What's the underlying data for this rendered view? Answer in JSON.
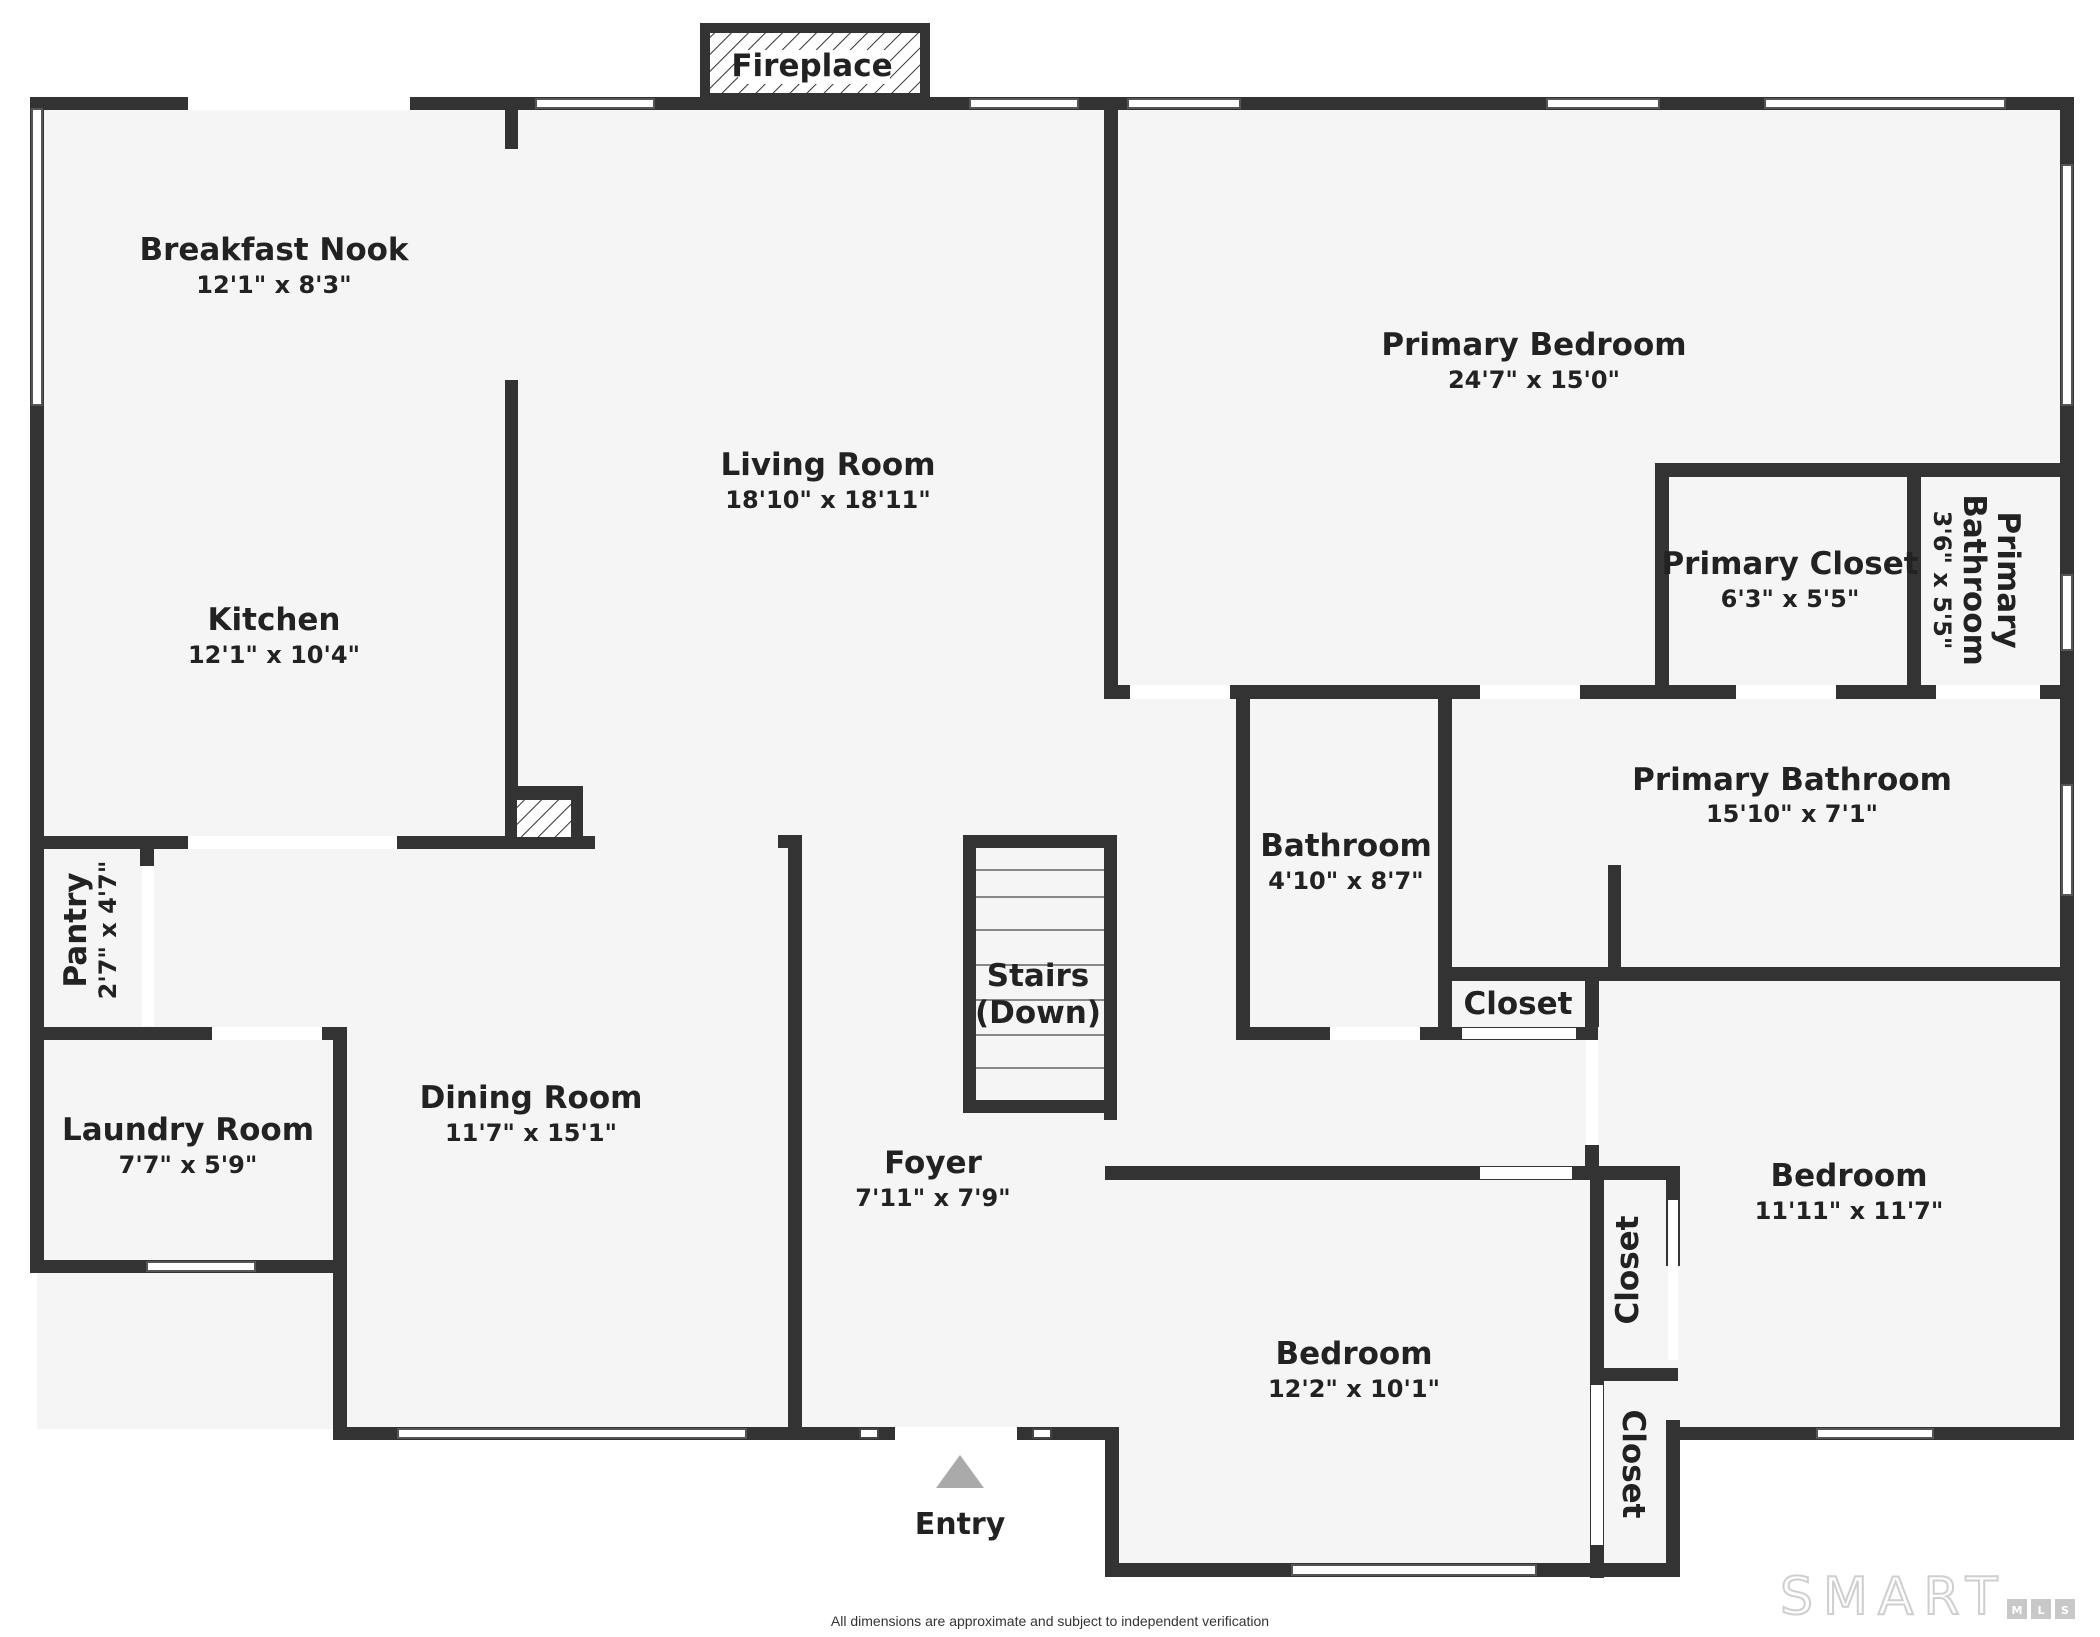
{
  "fireplace_label": "Fireplace",
  "rooms": {
    "breakfast_nook": {
      "name": "Breakfast Nook",
      "dims": "12'1\" x 8'3\""
    },
    "living_room": {
      "name": "Living Room",
      "dims": "18'10\" x 18'11\""
    },
    "primary_bedroom": {
      "name": "Primary Bedroom",
      "dims": "24'7\" x 15'0\""
    },
    "kitchen": {
      "name": "Kitchen",
      "dims": "12'1\" x 10'4\""
    },
    "primary_closet": {
      "name": "Primary Closet",
      "dims": "6'3\" x 5'5\""
    },
    "primary_bathroom_small": {
      "name_line1": "Primary",
      "name_line2": "Bathroom",
      "dims": "3'6\" x 5'5\""
    },
    "primary_bathroom": {
      "name": "Primary Bathroom",
      "dims": "15'10\" x 7'1\""
    },
    "bathroom": {
      "name": "Bathroom",
      "dims": "4'10\" x 8'7\""
    },
    "pantry": {
      "name": "Pantry",
      "dims": "2'7\" x 4'7\""
    },
    "stairs": {
      "line1": "Stairs",
      "line2": "(Down)"
    },
    "closet_hall": {
      "name": "Closet"
    },
    "laundry_room": {
      "name": "Laundry Room",
      "dims": "7'7\" x 5'9\""
    },
    "dining_room": {
      "name": "Dining Room",
      "dims": "11'7\" x 15'1\""
    },
    "foyer": {
      "name": "Foyer",
      "dims": "7'11\" x 7'9\""
    },
    "bedroom_right": {
      "name": "Bedroom",
      "dims": "11'11\" x 11'7\""
    },
    "closet_vertical_1": {
      "name": "Closet"
    },
    "bedroom_bottom": {
      "name": "Bedroom",
      "dims": "12'2\" x 10'1\""
    },
    "closet_vertical_2": {
      "name": "Closet"
    }
  },
  "entry_label": "Entry",
  "footnote": "All dimensions are approximate and subject to independent verification",
  "logo": {
    "main": "SMART",
    "sub": [
      "M",
      "L",
      "S"
    ]
  },
  "colors": {
    "wall": "#333333",
    "floor": "#f5f5f5",
    "window": "#ffffff",
    "logo": "#c8c8c8"
  }
}
